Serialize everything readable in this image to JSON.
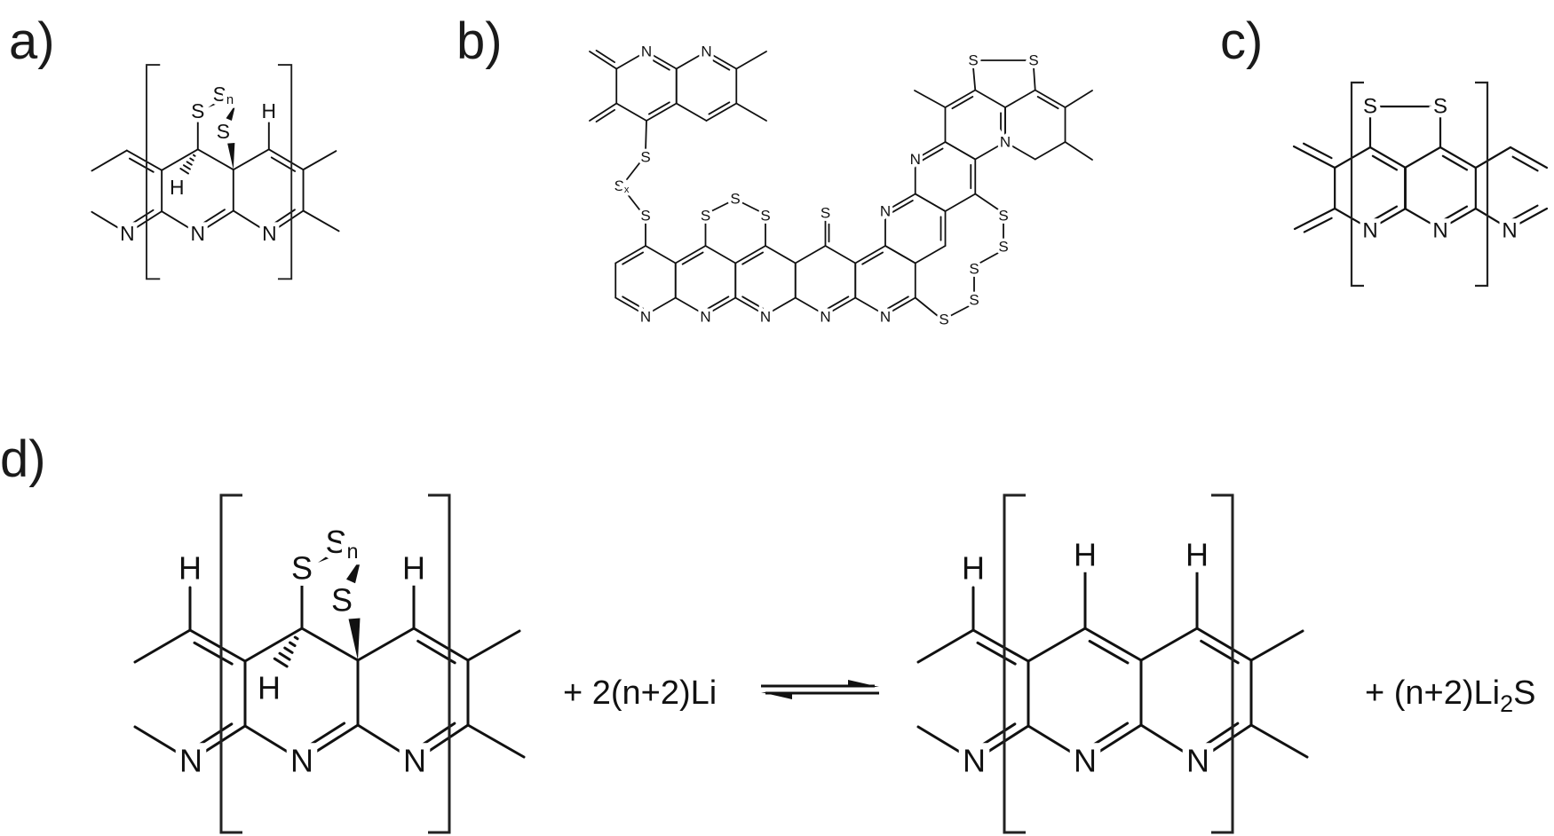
{
  "panels": {
    "a": "a)",
    "b": "b)",
    "c": "c)",
    "d": "d)"
  },
  "atoms": {
    "N": "N",
    "S": "S",
    "H": "H",
    "n": "n",
    "x": "x"
  },
  "reaction": {
    "reactant": "+ 2(n+2)Li",
    "product_prefix": "+ (n+2)Li",
    "product_sub": "2",
    "product_suffix": "S"
  }
}
